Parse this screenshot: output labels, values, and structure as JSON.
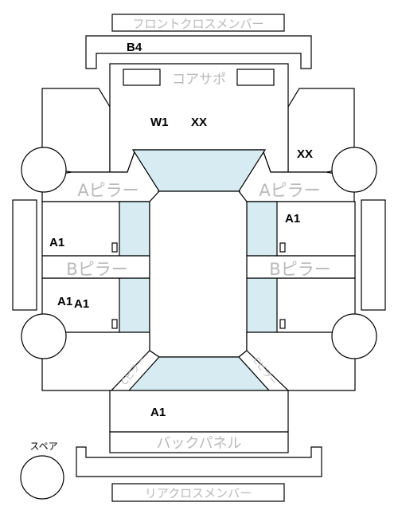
{
  "parts": {
    "front_cross_member": "フロントクロスメンバー",
    "core_support": "コアサポ",
    "a_pillar_left": "Aピラー",
    "a_pillar_right": "Aピラー",
    "b_pillar_left": "Bピラー",
    "b_pillar_right": "Bピラー",
    "back_panel": "バックパネル",
    "spare": "スペア",
    "rear_cross_member": "リアクロスメンバー",
    "c_pillar_left": "Cピラー",
    "c_pillar_right": "Cピラー"
  },
  "codes": {
    "front_member": "B4",
    "front_center_1": "W1",
    "front_center_2": "XX",
    "right_fender": "XX",
    "right_front_door": "A1",
    "left_front_door": "A1",
    "left_rear_door_1": "A1",
    "left_rear_door_2": "A1",
    "rear_center": "A1"
  }
}
